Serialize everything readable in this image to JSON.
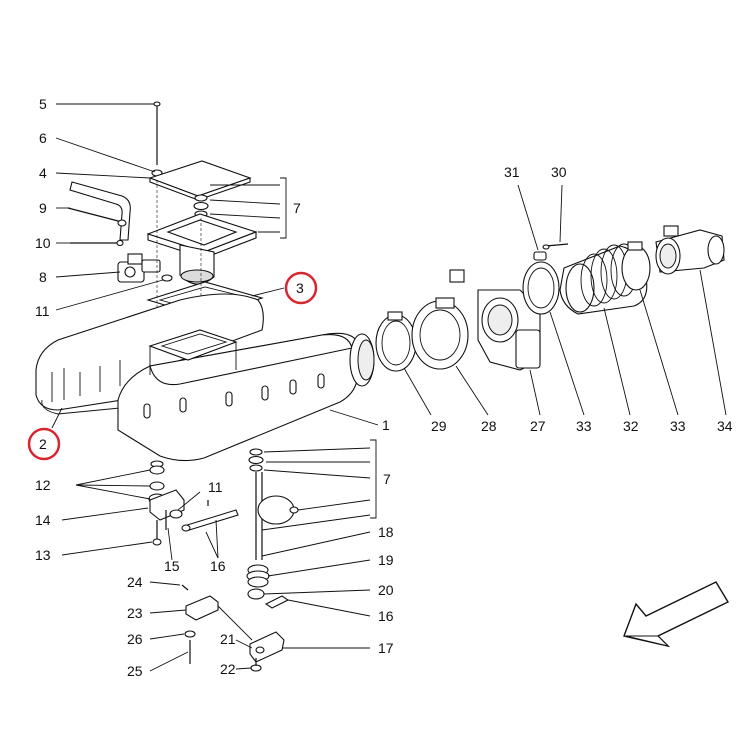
{
  "diagram": {
    "callouts": {
      "c1": "1",
      "c2": "2",
      "c3": "3",
      "c4": "4",
      "c5": "5",
      "c6": "6",
      "c7a": "7",
      "c7b": "7",
      "c8": "8",
      "c9": "9",
      "c10": "10",
      "c11a": "11",
      "c11b": "11",
      "c12": "12",
      "c13": "13",
      "c14": "14",
      "c15": "15",
      "c16a": "16",
      "c16b": "16",
      "c17": "17",
      "c18": "18",
      "c19": "19",
      "c20": "20",
      "c21": "21",
      "c22": "22",
      "c23": "23",
      "c24": "24",
      "c25": "25",
      "c26": "26",
      "c27": "27",
      "c28": "28",
      "c29": "29",
      "c30": "30",
      "c31": "31",
      "c32": "32",
      "c33a": "33",
      "c33b": "33",
      "c34": "34"
    },
    "highlight_color": "#d8262f",
    "direction_arrow": "arrow-icon"
  }
}
